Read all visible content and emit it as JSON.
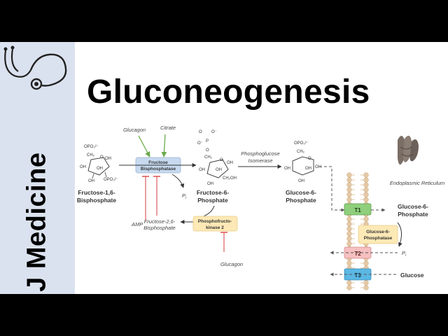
{
  "brand": "JJ Medicine",
  "title": "Gluconeogenesis",
  "icons": {
    "stethoscope": "stethoscope-icon",
    "er": "endoplasmic-reticulum-icon"
  },
  "colors": {
    "sidebar": "#dbe2ef",
    "enzyme_blue": "#c6d9ef",
    "enzyme_yellow": "#fde9b6",
    "activator": "#7cbf5e",
    "inhibitor": "#e05a5a",
    "t1": "#8fcf7c",
    "t2": "#f6c0c0",
    "t3": "#5bb7e3",
    "membrane": "#e5c9a6"
  },
  "molecules": {
    "f16bp": {
      "line1": "Fructose-1,6-",
      "line2": "Bisphosphate"
    },
    "f6p": {
      "line1": "Fructose-6-",
      "line2": "Phosphate"
    },
    "g6p": {
      "line1": "Glucose-6-",
      "line2": "Phosphate"
    },
    "g6p_er": {
      "line1": "Glucose-6-",
      "line2": "Phosphate"
    },
    "pi": "P",
    "pi_sub": "i",
    "glucose": "Glucose"
  },
  "enzymes": {
    "fbpase": {
      "line1": "Fructose",
      "line2": "Bisphosphatase"
    },
    "pfk2": {
      "line1": "Phosphofructo-",
      "line2": "kinase 2"
    },
    "g6pase": {
      "line1": "Glucose-6-",
      "line2": "Phosphatase"
    },
    "isomerase": {
      "line1": "Phosphoglucose",
      "line2": "Isomerase"
    }
  },
  "regulators": {
    "glucagon_top": "Glucagon",
    "citrate": "Citrate",
    "amp": "AMP",
    "f26bp": {
      "line1": "Fructose-2,6-",
      "line2": "Bisphosphate"
    },
    "glucagon_bottom": "Glucagon"
  },
  "er_label": "Endoplasmic Reticulum",
  "transporters": [
    "T1",
    "T2",
    "T3"
  ],
  "chem_labels": {
    "opo3": "OPO₃²⁻",
    "ch2": "CH₂",
    "oh": "OH",
    "ch2oh": "CH₂OH",
    "o": "O",
    "o_minus": "O⁻",
    "p": "P"
  }
}
